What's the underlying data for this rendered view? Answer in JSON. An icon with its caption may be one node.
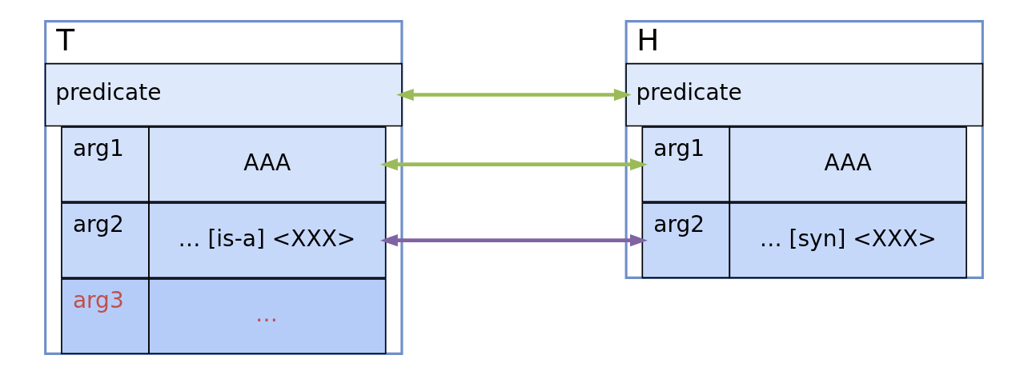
{
  "diagram": {
    "nodes": [
      {
        "text": [
          "T"
        ]
      },
      {
        "text": [
          "predicate"
        ],
        "in": 0
      },
      {
        "text": [
          "arg1",
          "AAA"
        ],
        "in": 0
      },
      {
        "text": [
          "arg2",
          "… [is-a] <XXX>"
        ],
        "in": 0
      },
      {
        "text": [
          "arg3",
          "…"
        ],
        "in": 0
      },
      {
        "text": [
          "H"
        ]
      },
      {
        "text": [
          "predicate"
        ],
        "in": 5
      },
      {
        "text": [
          "arg1",
          "AAA"
        ],
        "in": 5
      },
      {
        "text": [
          "arg2",
          "… [syn] <XXX>"
        ],
        "in": 5
      }
    ],
    "edges": [
      {
        "from": 1,
        "to": 6,
        "arrow": "both"
      },
      {
        "from": 2,
        "to": 7,
        "arrow": "both"
      },
      {
        "from": 3,
        "to": 8,
        "arrow": "both",
        "color": "#7f63a3"
      }
    ]
  }
}
